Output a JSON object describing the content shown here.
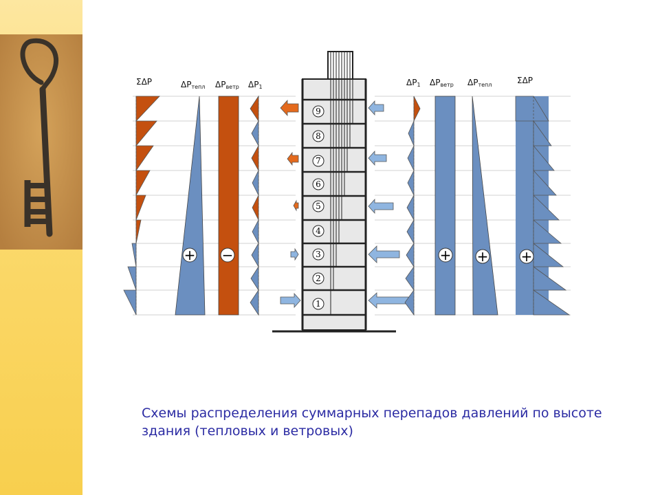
{
  "labels": {
    "sum_left": "ΣΔP",
    "tepl_left_main": "ΔP",
    "tepl_left_sub": "тепл",
    "vetr_left_main": "ΔP",
    "vetr_left_sub": "ветр",
    "p1_left_main": "ΔP",
    "p1_left_sub": "1",
    "p1_right_main": "ΔP",
    "p1_right_sub": "1",
    "vetr_right_main": "ΔP",
    "vetr_right_sub": "ветр",
    "tepl_right_main": "ΔP",
    "tepl_right_sub": "тепл",
    "sum_right": "ΣΔP"
  },
  "signs": {
    "plus": "+",
    "minus": "−"
  },
  "floors": [
    "9",
    "8",
    "7",
    "6",
    "5",
    "4",
    "3",
    "2",
    "1"
  ],
  "colors": {
    "orange": "#c4500f",
    "blue": "#6b8fc0",
    "light_blue": "#8fb5e0",
    "text_blue": "#2b2ba3"
  },
  "caption": {
    "line1": "Схемы распределения суммарных перепадов давлений по высоте",
    "line2": "здания (тепловых и ветровых)"
  }
}
